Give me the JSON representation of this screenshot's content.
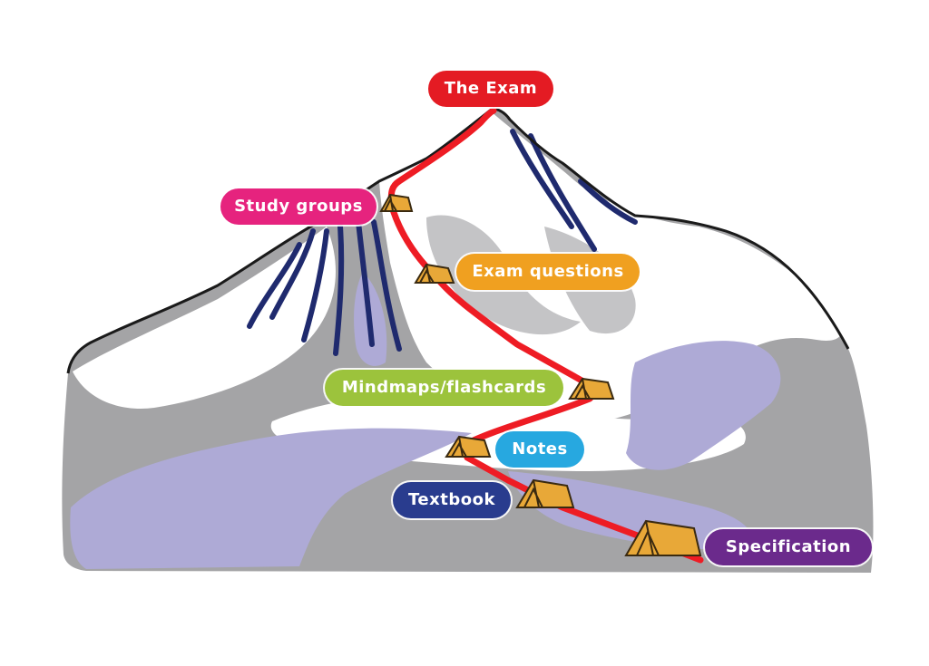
{
  "colors": {
    "route": "#ee1c24",
    "rock": "#a4a4a6",
    "rock_dark": "#8d8d90",
    "snow": "#ffffff",
    "glacier": "#aeaad6",
    "crevasse": "#1f2a6e",
    "tent": "#e8a838",
    "outline": "#1a1a1a"
  },
  "stages": [
    {
      "label": "The Exam",
      "color": "#e41b23"
    },
    {
      "label": "Study groups",
      "color": "#e6237e"
    },
    {
      "label": "Exam questions",
      "color": "#f0a020"
    },
    {
      "label": "Mindmaps/flashcards",
      "color": "#9cc33c"
    },
    {
      "label": "Notes",
      "color": "#27a8e0"
    },
    {
      "label": "Textbook",
      "color": "#293c8e"
    },
    {
      "label": "Specification",
      "color": "#6b2a8c"
    }
  ]
}
